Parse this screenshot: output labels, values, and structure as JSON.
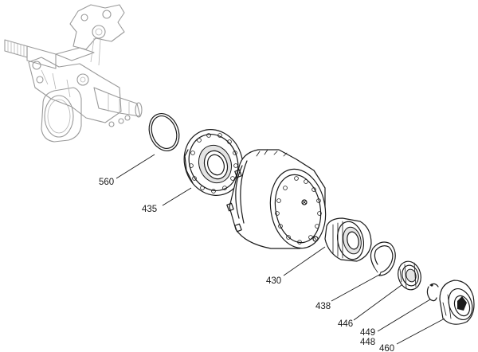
{
  "callouts": {
    "c560": "560",
    "c435": "435",
    "c430": "430",
    "c438": "438",
    "c446": "446",
    "c449": "449",
    "c448": "448",
    "c460": "460"
  }
}
